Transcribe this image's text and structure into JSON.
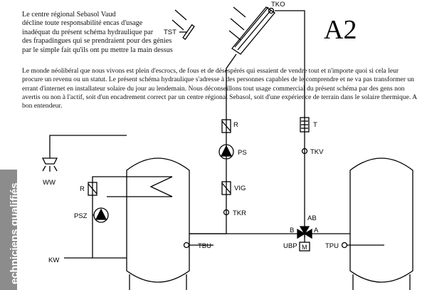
{
  "panel_code": "A2",
  "side_label": "echniciens qualifiés",
  "disclaimer_lines": [
    "Le centre régional Sebasol Vaud",
    "décline toute responsabilité encas d'usage",
    "inadéquat du présent schéma hydraulique par",
    "des frapadingues qui se prendraient pour des génies",
    "par le simple fait qu'ils ont pu mettre la main dessus"
  ],
  "warning_text": "Le monde néolibéral que nous vivons est plein d'escrocs, de fous et de désespérés qui essaient de vendre tout et n'importe quoi si cela leur procure un revenu ou un statut. Le présent schéma hydraulique s'adresse à des personnes capables de le comprendre et ne va pas transformer un errant d'internet en installateur solaire du jour au lendemain. Nous déconseillons tout usage commercial du présent schéma par des gens non avertis ou non à l'actif, soit d'un encadrement correct par un centre régional Sebasol, soit d'une expérience de terrain dans le solaire thermique. A bon entendeur.",
  "labels": {
    "tko": "TKO",
    "tst": "TST",
    "r_collector": "R",
    "ps": "PS",
    "vig": "VIG",
    "tkr": "TKR",
    "t": "T",
    "tkv": "TKV",
    "ww": "WW",
    "r_boiler": "R",
    "psz": "PSZ",
    "kw": "KW",
    "tbu": "TBU",
    "ab": "AB",
    "b": "B",
    "a": "A",
    "ubp": "UBP",
    "m": "M",
    "tpu": "TPU"
  }
}
